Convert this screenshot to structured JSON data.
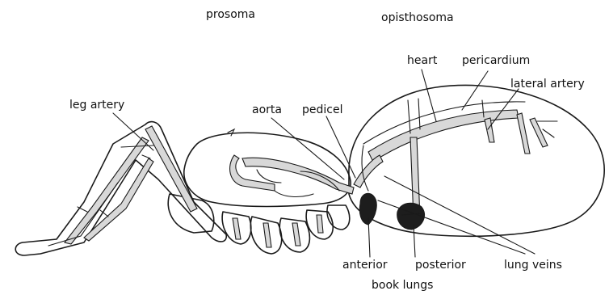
{
  "labels": {
    "prosoma": "prosoma",
    "opisthosoma": "opisthosoma",
    "heart": "heart",
    "pericardium": "pericardium",
    "lateral_artery": "lateral artery",
    "leg_artery": "leg artery",
    "aorta": "aorta",
    "pedicel": "pedicel",
    "anterior": "anterior",
    "posterior": "posterior",
    "lung_veins": "lung veins",
    "book_lungs": "book lungs"
  },
  "colors": {
    "ink": "#1a1a1a",
    "vessel_fill": "#d8d8d8",
    "lung_fill": "#1d1d1d",
    "background": "#ffffff"
  }
}
